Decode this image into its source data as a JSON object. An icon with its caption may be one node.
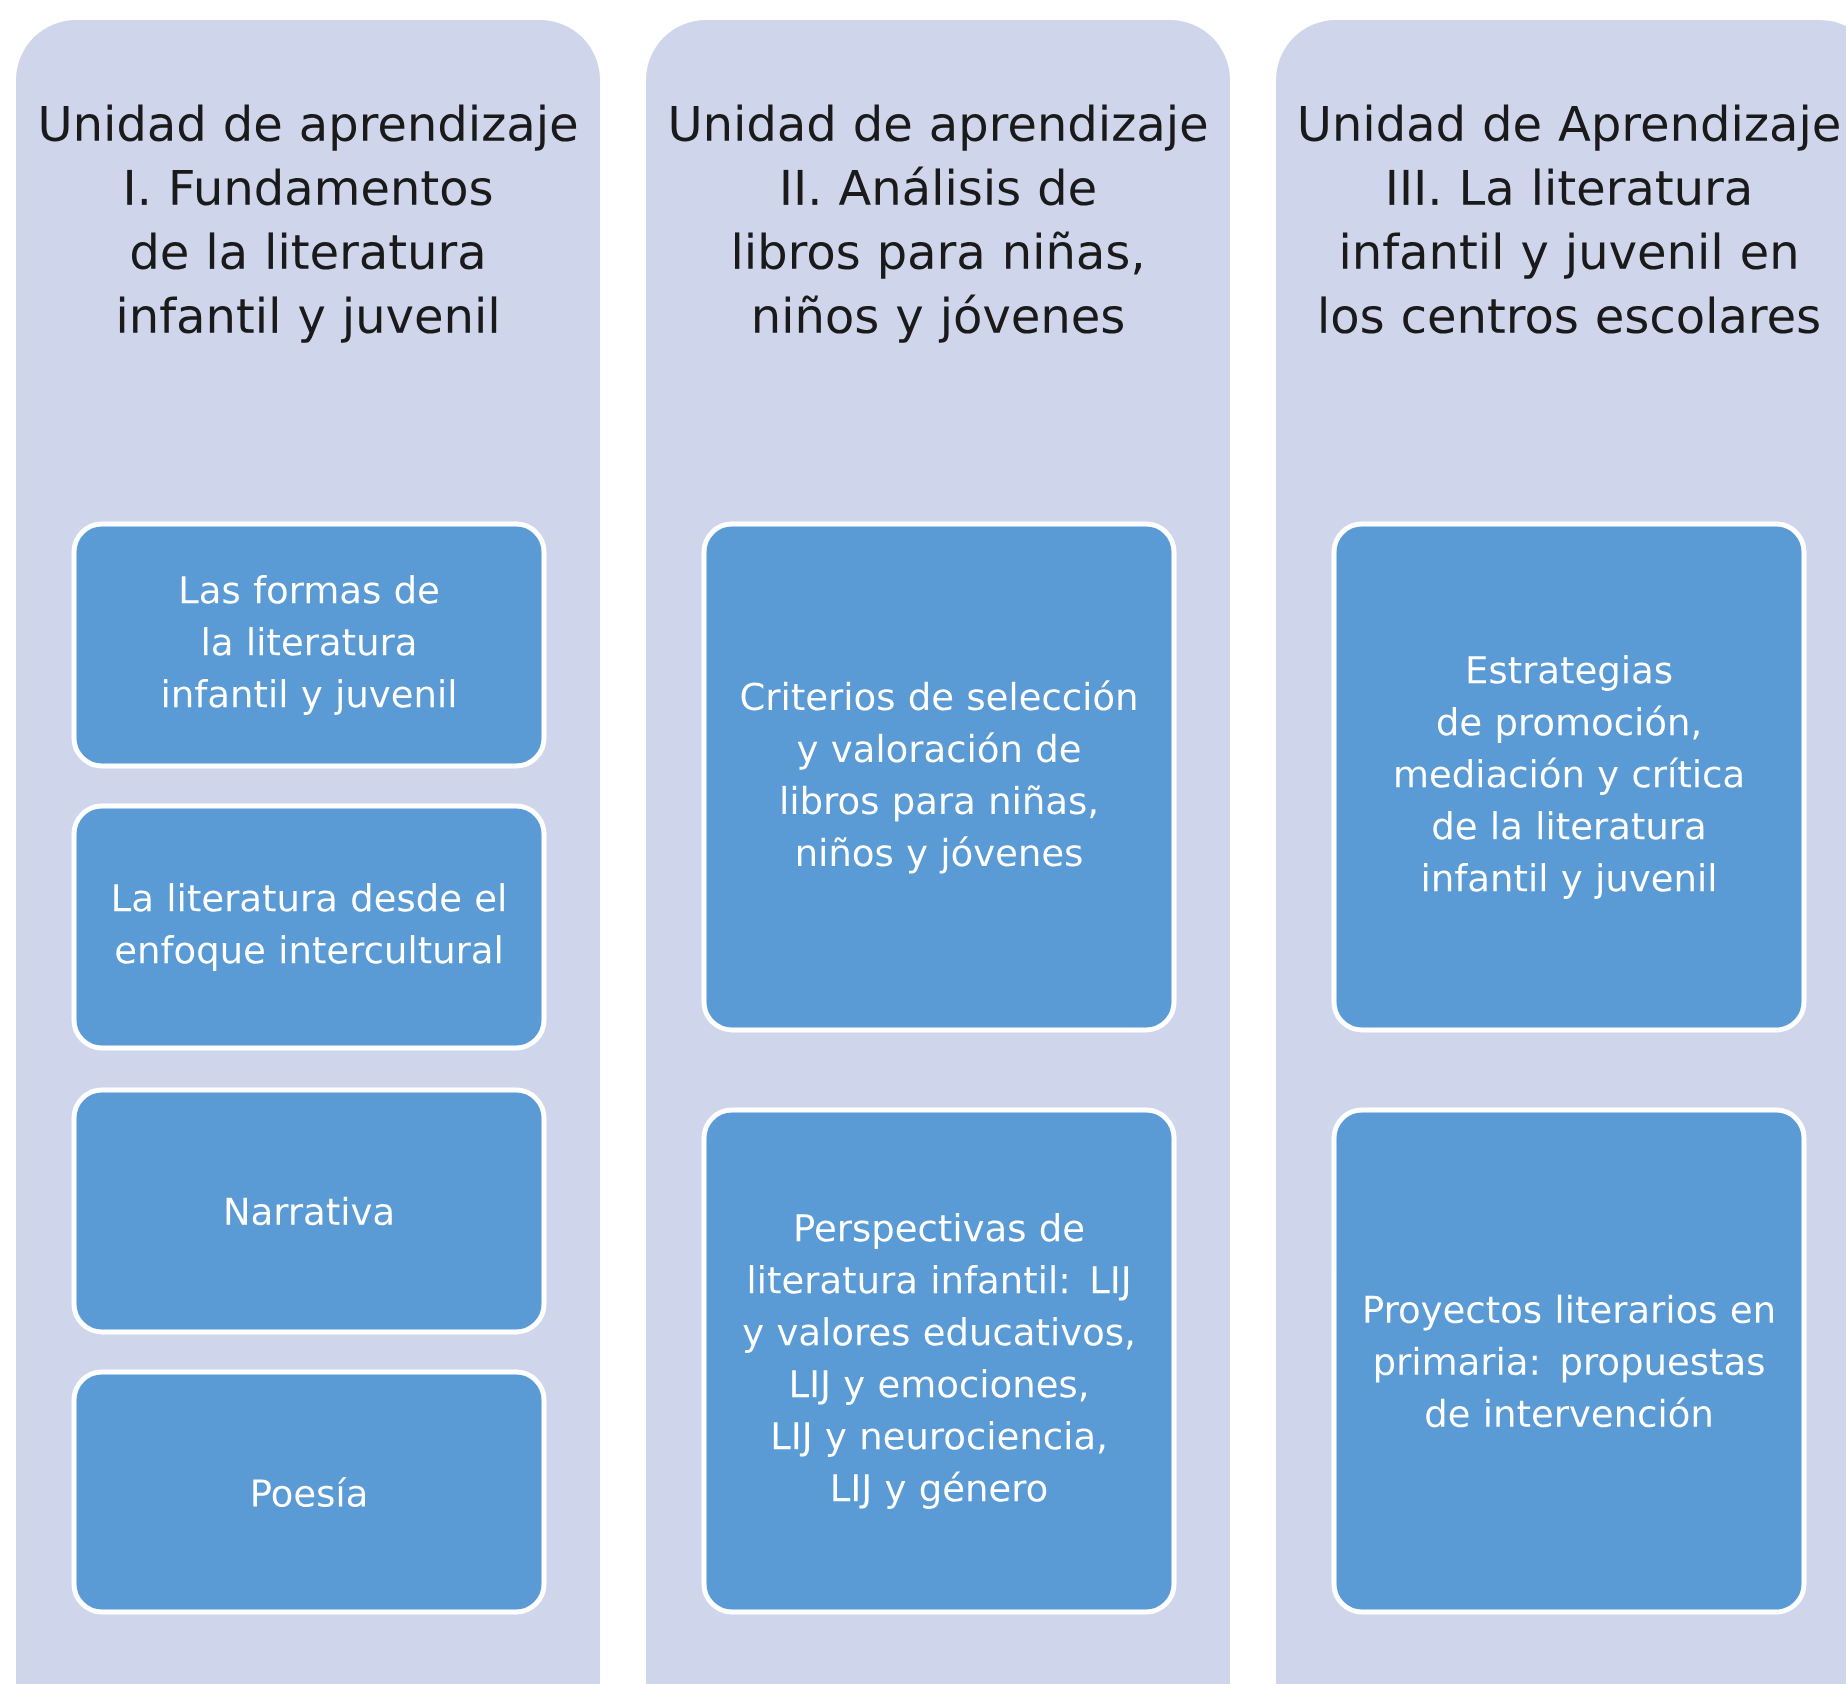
{
  "diagram": {
    "nodes": [
      {
        "text": [
          "Unidad de aprendizaje I. Fundamentos de la literatura infantil y juvenil"
        ]
      },
      {
        "text": [
          "Las formas de la literatura infantil y juvenil"
        ],
        "in": 0
      },
      {
        "text": [
          "La literatura desde el enfoque intercultural"
        ],
        "in": 0
      },
      {
        "text": [
          "Narrativa"
        ],
        "in": 0
      },
      {
        "text": [
          "Poesía"
        ],
        "in": 0
      },
      {
        "text": [
          "Unidad de aprendizaje II. Análisis de libros para niñas, niños y jóvenes"
        ]
      },
      {
        "text": [
          "Criterios de selección y valoración de libros para niñas, niños y jóvenes"
        ],
        "in": 5
      },
      {
        "text": [
          "Perspectivas de literatura infantil: LIJ y valores educativos, LIJ y emociones, LIJ y neurociencia, LIJ y género"
        ],
        "in": 5
      },
      {
        "text": [
          "Unidad de Aprendizaje III. La literatura infantil y juvenil en los centros escolares"
        ]
      },
      {
        "text": [
          "Estrategias de promoción, mediación y crítica de la literatura infantil y juvenil"
        ],
        "in": 8
      },
      {
        "text": [
          "Proyectos literarios en primaria: propuestas de intervención"
        ],
        "in": 8
      }
    ]
  }
}
